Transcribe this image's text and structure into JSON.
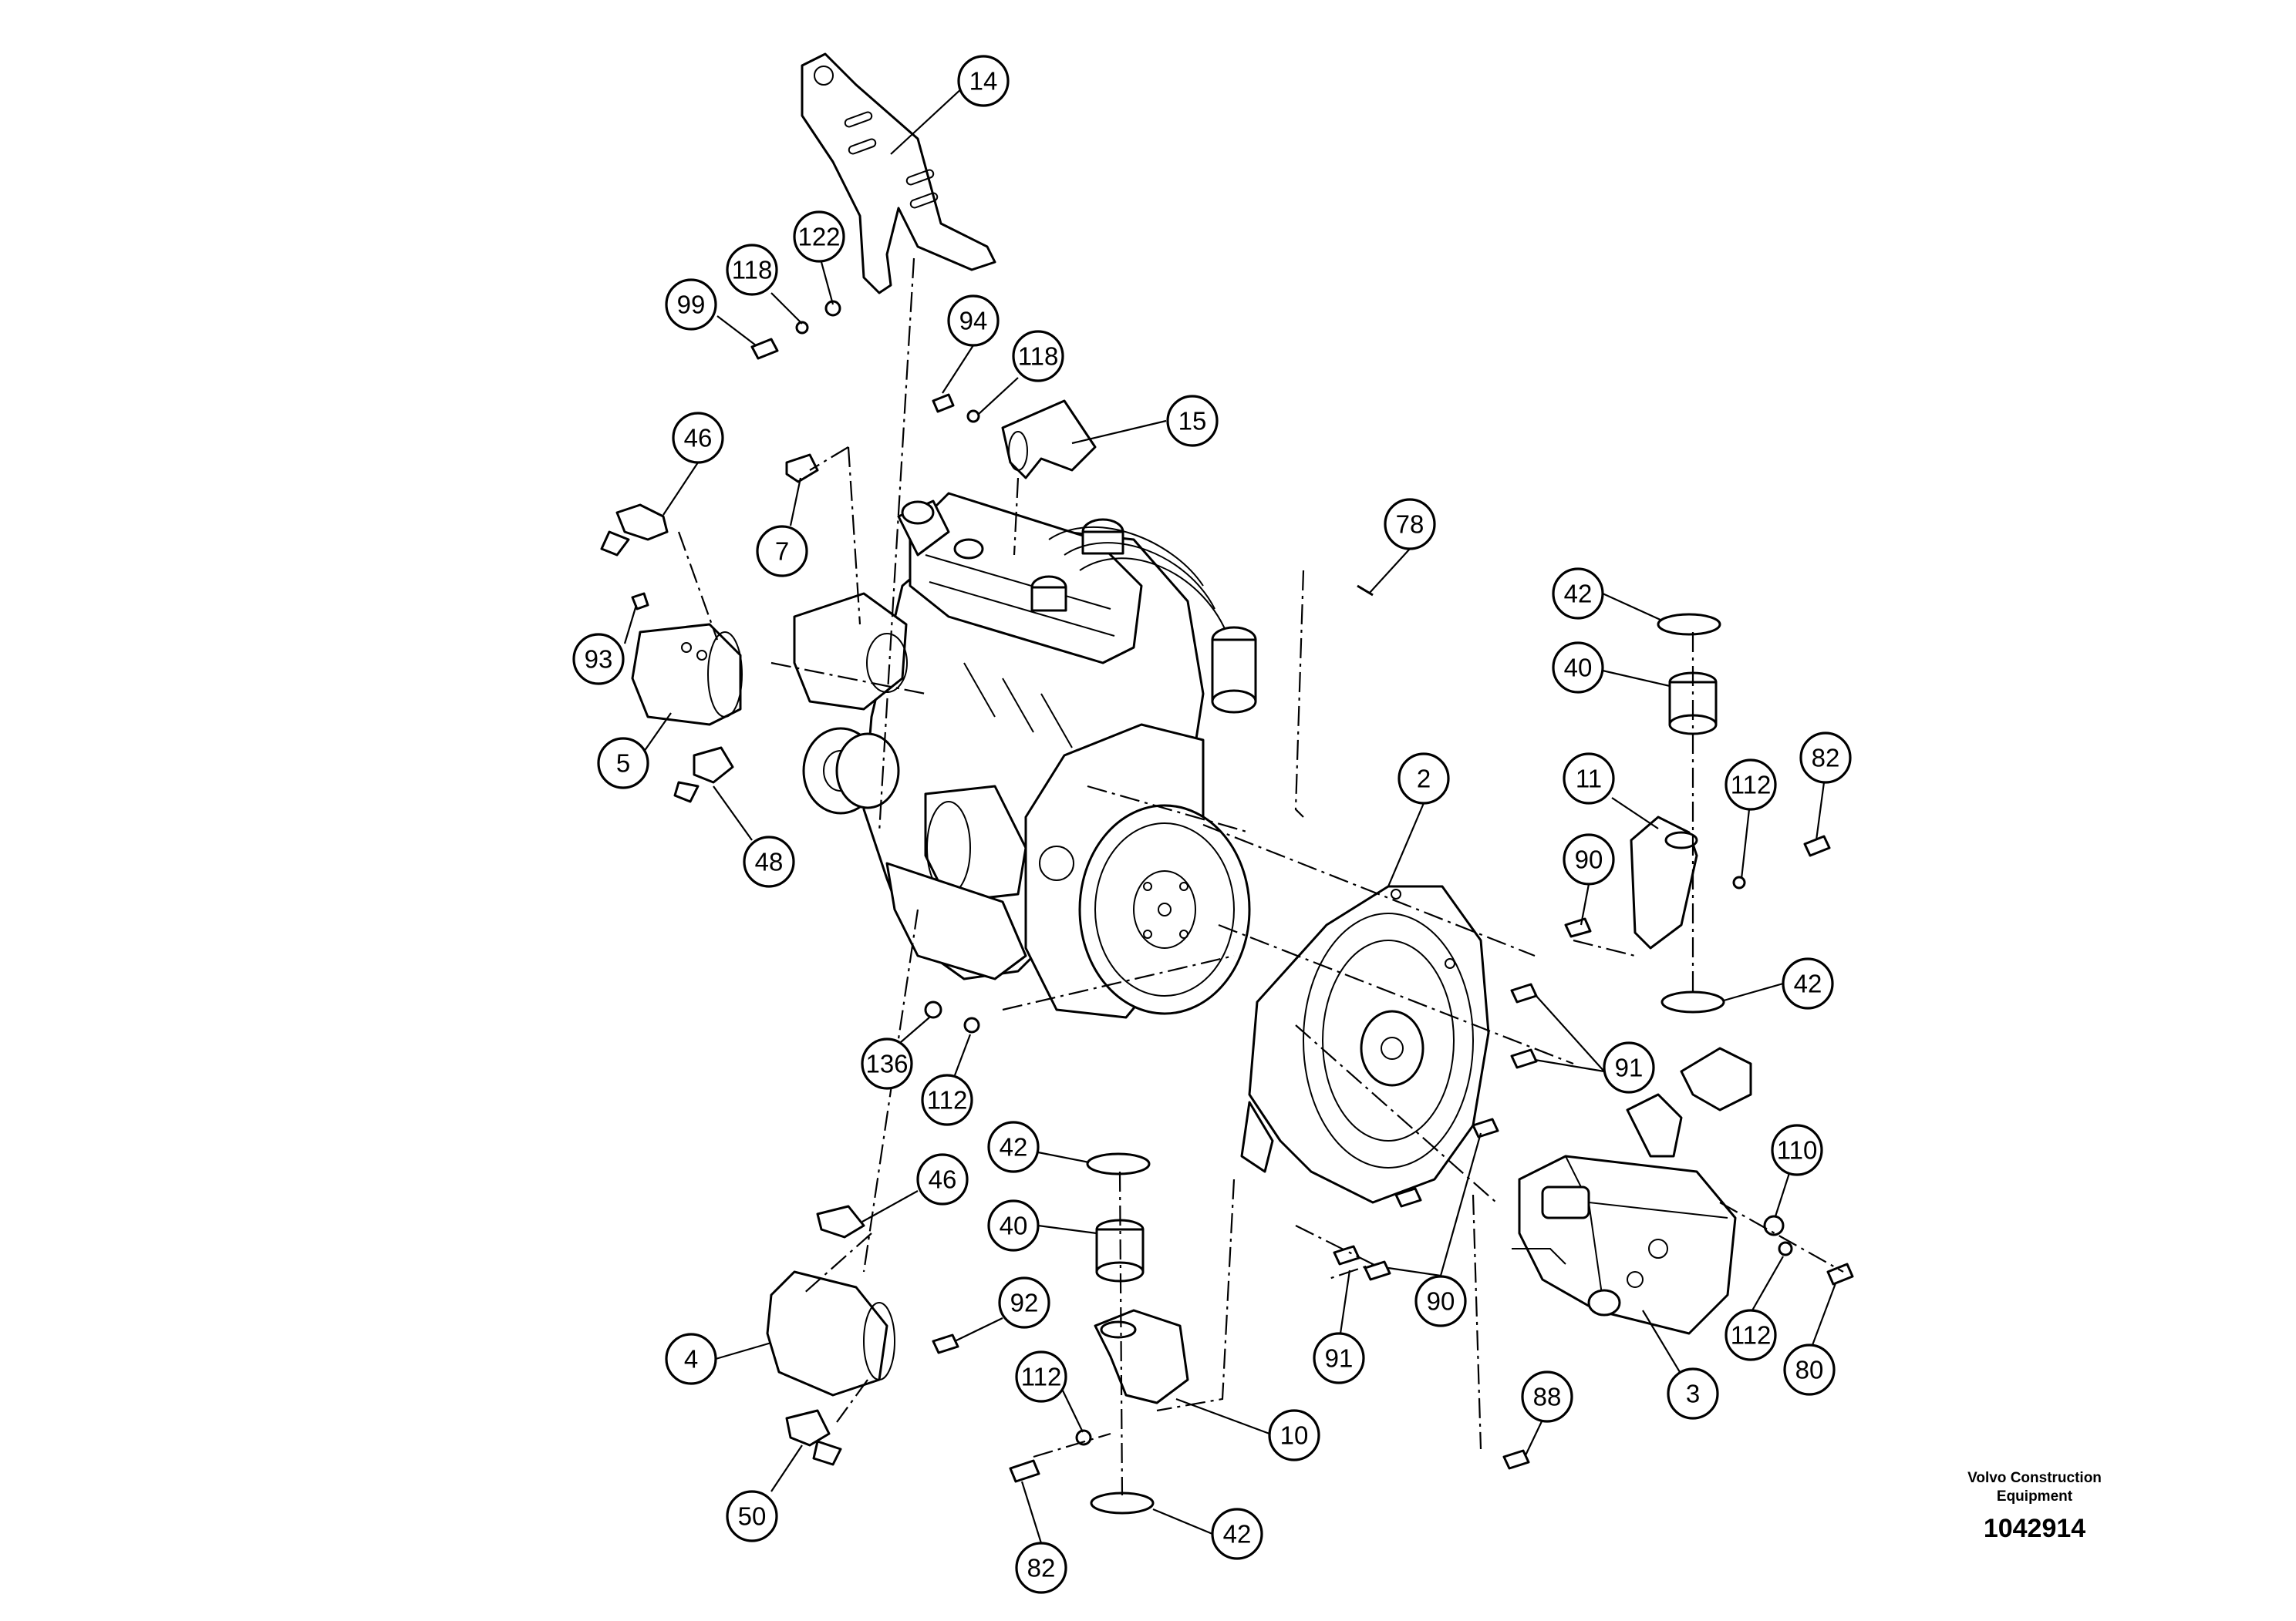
{
  "credit": {
    "line1": "Volvo Construction",
    "line2": "Equipment",
    "drawing_number": "1042914"
  },
  "callouts": [
    {
      "id": "c14",
      "label": "14"
    },
    {
      "id": "c122",
      "label": "122"
    },
    {
      "id": "c118a",
      "label": "118"
    },
    {
      "id": "c99",
      "label": "99"
    },
    {
      "id": "c94",
      "label": "94"
    },
    {
      "id": "c118b",
      "label": "118"
    },
    {
      "id": "c15",
      "label": "15"
    },
    {
      "id": "c46a",
      "label": "46"
    },
    {
      "id": "c7",
      "label": "7"
    },
    {
      "id": "c93",
      "label": "93"
    },
    {
      "id": "c5",
      "label": "5"
    },
    {
      "id": "c48",
      "label": "48"
    },
    {
      "id": "c78",
      "label": "78"
    },
    {
      "id": "c42a",
      "label": "42"
    },
    {
      "id": "c40a",
      "label": "40"
    },
    {
      "id": "c2",
      "label": "2"
    },
    {
      "id": "c11",
      "label": "11"
    },
    {
      "id": "c112a",
      "label": "112"
    },
    {
      "id": "c82a",
      "label": "82"
    },
    {
      "id": "c90a",
      "label": "90"
    },
    {
      "id": "c42b",
      "label": "42"
    },
    {
      "id": "c91a",
      "label": "91"
    },
    {
      "id": "c136",
      "label": "136"
    },
    {
      "id": "c112b",
      "label": "112"
    },
    {
      "id": "c42c",
      "label": "42"
    },
    {
      "id": "c46b",
      "label": "46"
    },
    {
      "id": "c40b",
      "label": "40"
    },
    {
      "id": "c110",
      "label": "110"
    },
    {
      "id": "c92",
      "label": "92"
    },
    {
      "id": "c90b",
      "label": "90"
    },
    {
      "id": "c91b",
      "label": "91"
    },
    {
      "id": "c4",
      "label": "4"
    },
    {
      "id": "c112c",
      "label": "112"
    },
    {
      "id": "c80",
      "label": "80"
    },
    {
      "id": "c112d",
      "label": "112"
    },
    {
      "id": "c10",
      "label": "10"
    },
    {
      "id": "c3",
      "label": "3"
    },
    {
      "id": "c88",
      "label": "88"
    },
    {
      "id": "c50",
      "label": "50"
    },
    {
      "id": "c42d",
      "label": "42"
    },
    {
      "id": "c82b",
      "label": "82"
    }
  ]
}
